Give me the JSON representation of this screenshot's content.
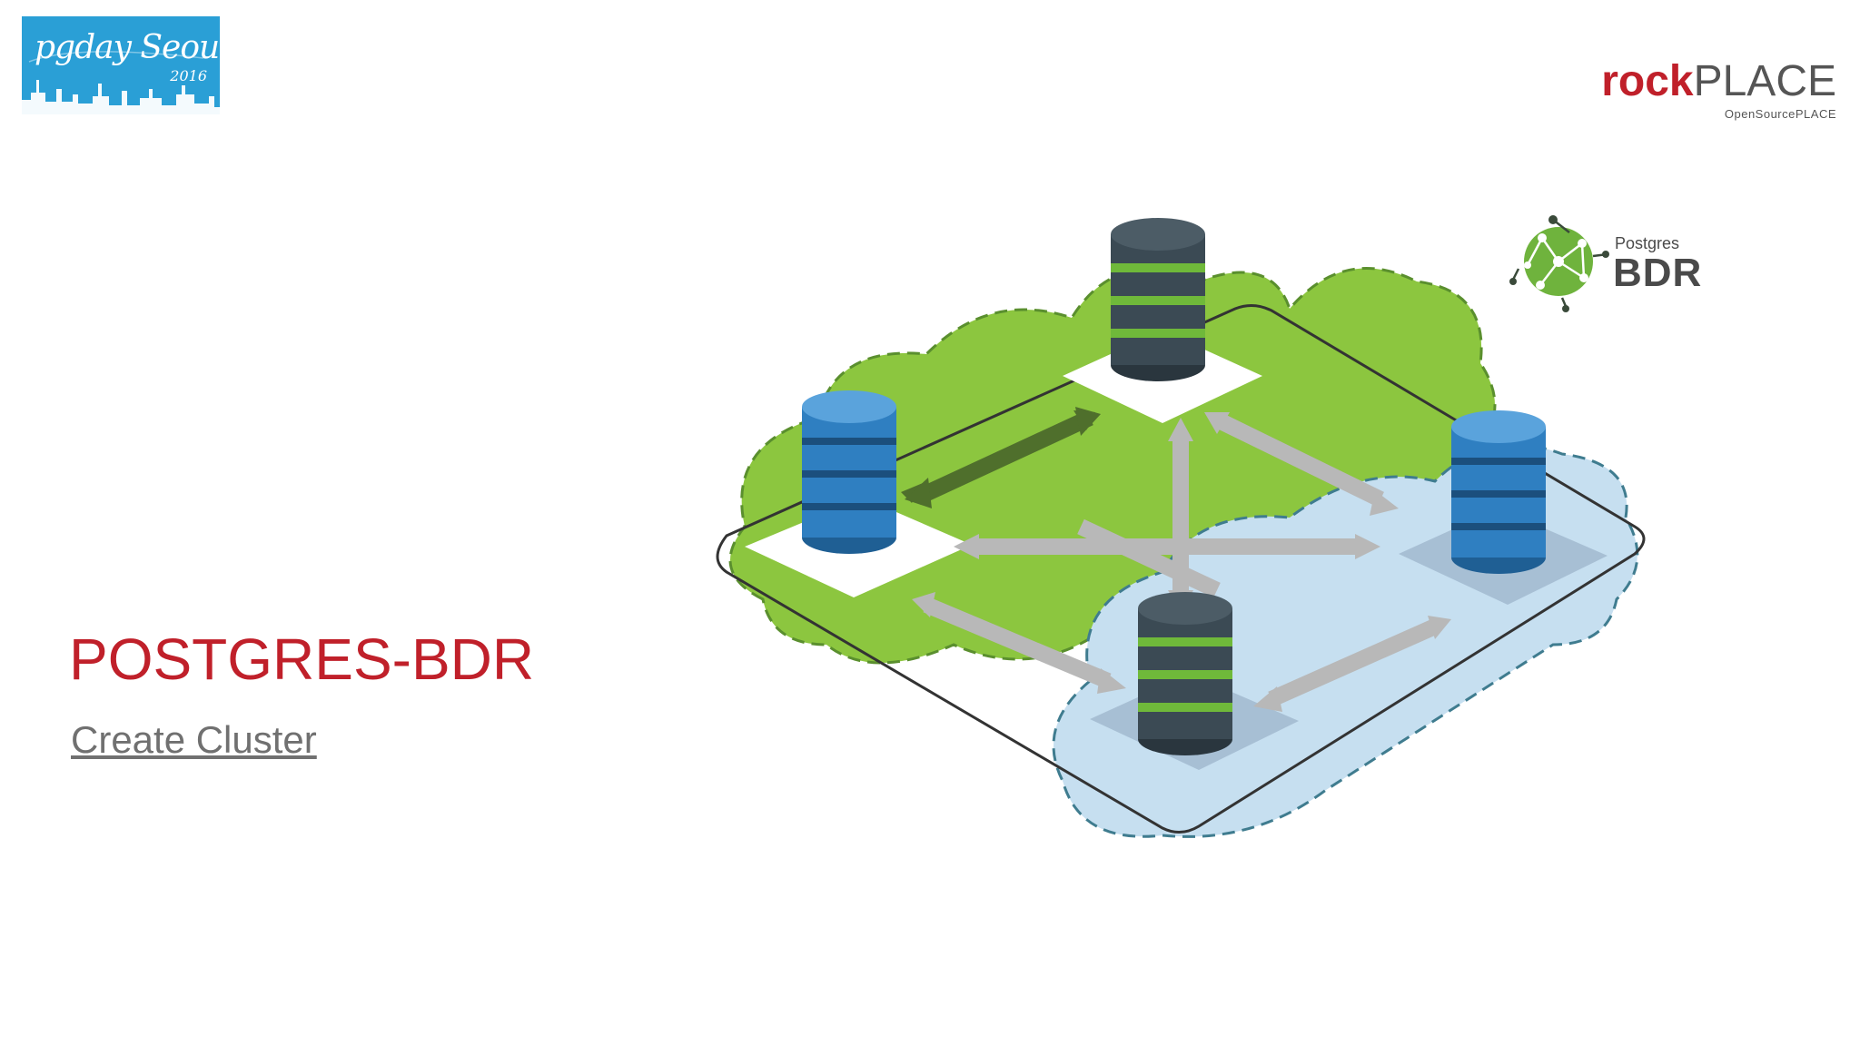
{
  "header": {
    "event_logo": {
      "text": "pgday Seoul",
      "year": "2016"
    },
    "company_logo": {
      "brand_a": "rock",
      "brand_b": "PLACE",
      "tagline": "OpenSourcePLACE"
    },
    "product_logo": {
      "small": "Postgres",
      "big": "BDR"
    }
  },
  "slide": {
    "title": "POSTGRES-BDR",
    "subtitle": "Create Cluster"
  },
  "colors": {
    "title_red": "#c0202a",
    "cloud_green": "#8cc63f",
    "cloud_blue": "#c6dff0",
    "db_blue": "#2f7fc1",
    "db_dark": "#3b4a54",
    "stripe_green": "#6fb93a"
  }
}
